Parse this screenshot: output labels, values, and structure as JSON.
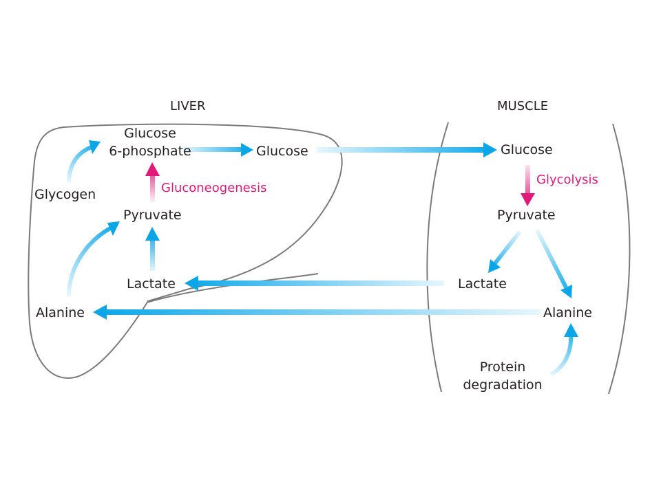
{
  "regions": {
    "liver": "LIVER",
    "muscle": "MUSCLE"
  },
  "liver": {
    "glucose_6p_line1": "Glucose",
    "glucose_6p_line2": "6-phosphate",
    "glucose": "Glucose",
    "glycogen": "Glycogen",
    "pyruvate": "Pyruvate",
    "lactate": "Lactate",
    "alanine": "Alanine",
    "process": "Gluconeogenesis"
  },
  "muscle": {
    "glucose": "Glucose",
    "pyruvate": "Pyruvate",
    "lactate": "Lactate",
    "alanine": "Alanine",
    "protein_line1": "Protein",
    "protein_line2": "degradation",
    "process": "Glycolysis"
  },
  "colors": {
    "arrow_blue": "#0aa6e8",
    "arrow_blue_light": "#e6f6fd",
    "process_pink": "#e0197a",
    "outline": "#7a7a7a",
    "text": "#231f20"
  }
}
